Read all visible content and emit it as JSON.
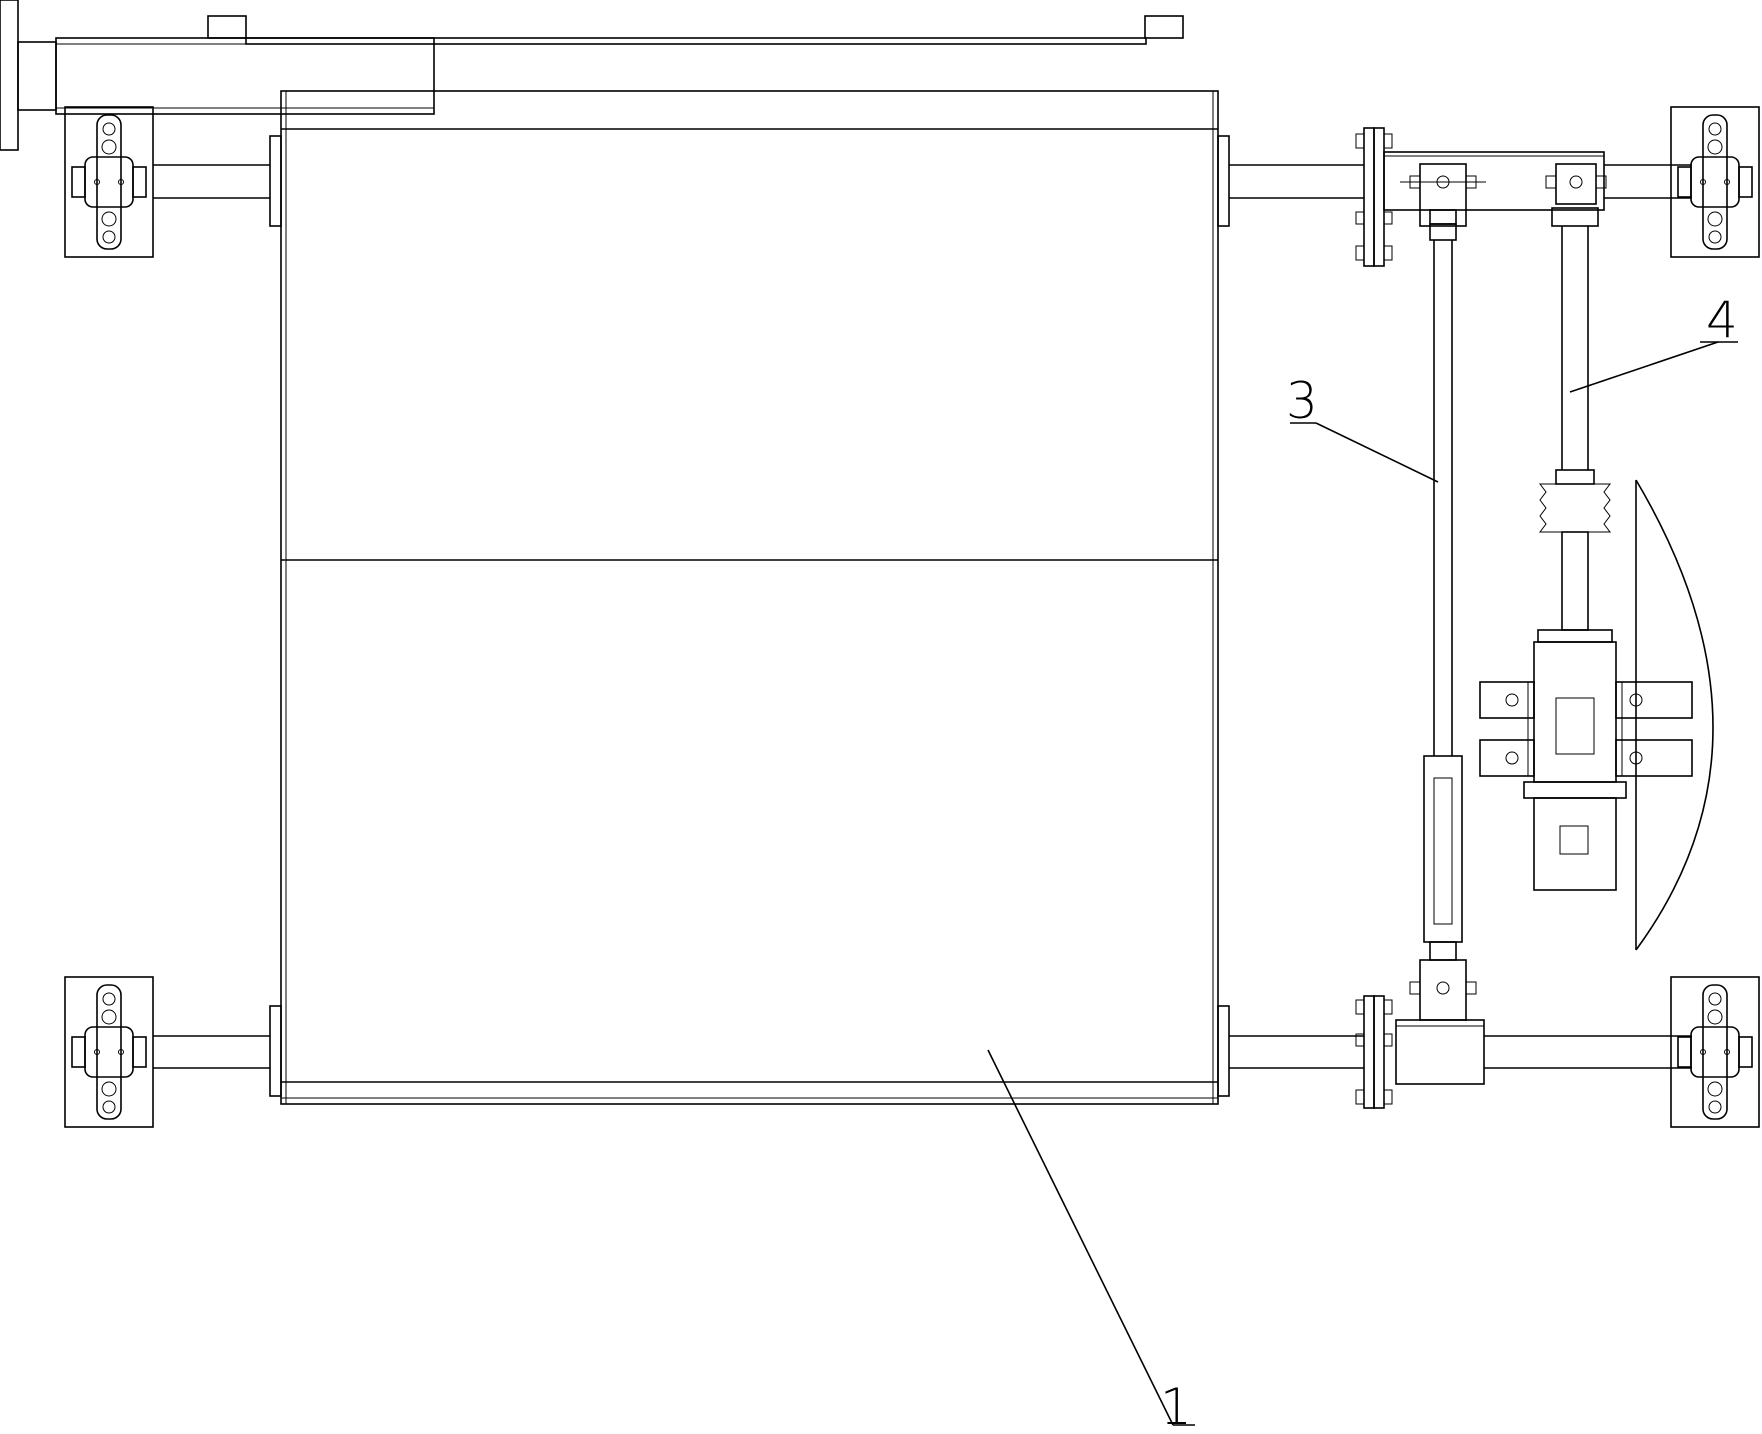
{
  "callouts": [
    {
      "id": "1",
      "label": "1"
    },
    {
      "id": "3",
      "label": "3"
    },
    {
      "id": "4",
      "label": "4"
    }
  ],
  "colors": {
    "line": "#000000",
    "background": "#ffffff"
  }
}
